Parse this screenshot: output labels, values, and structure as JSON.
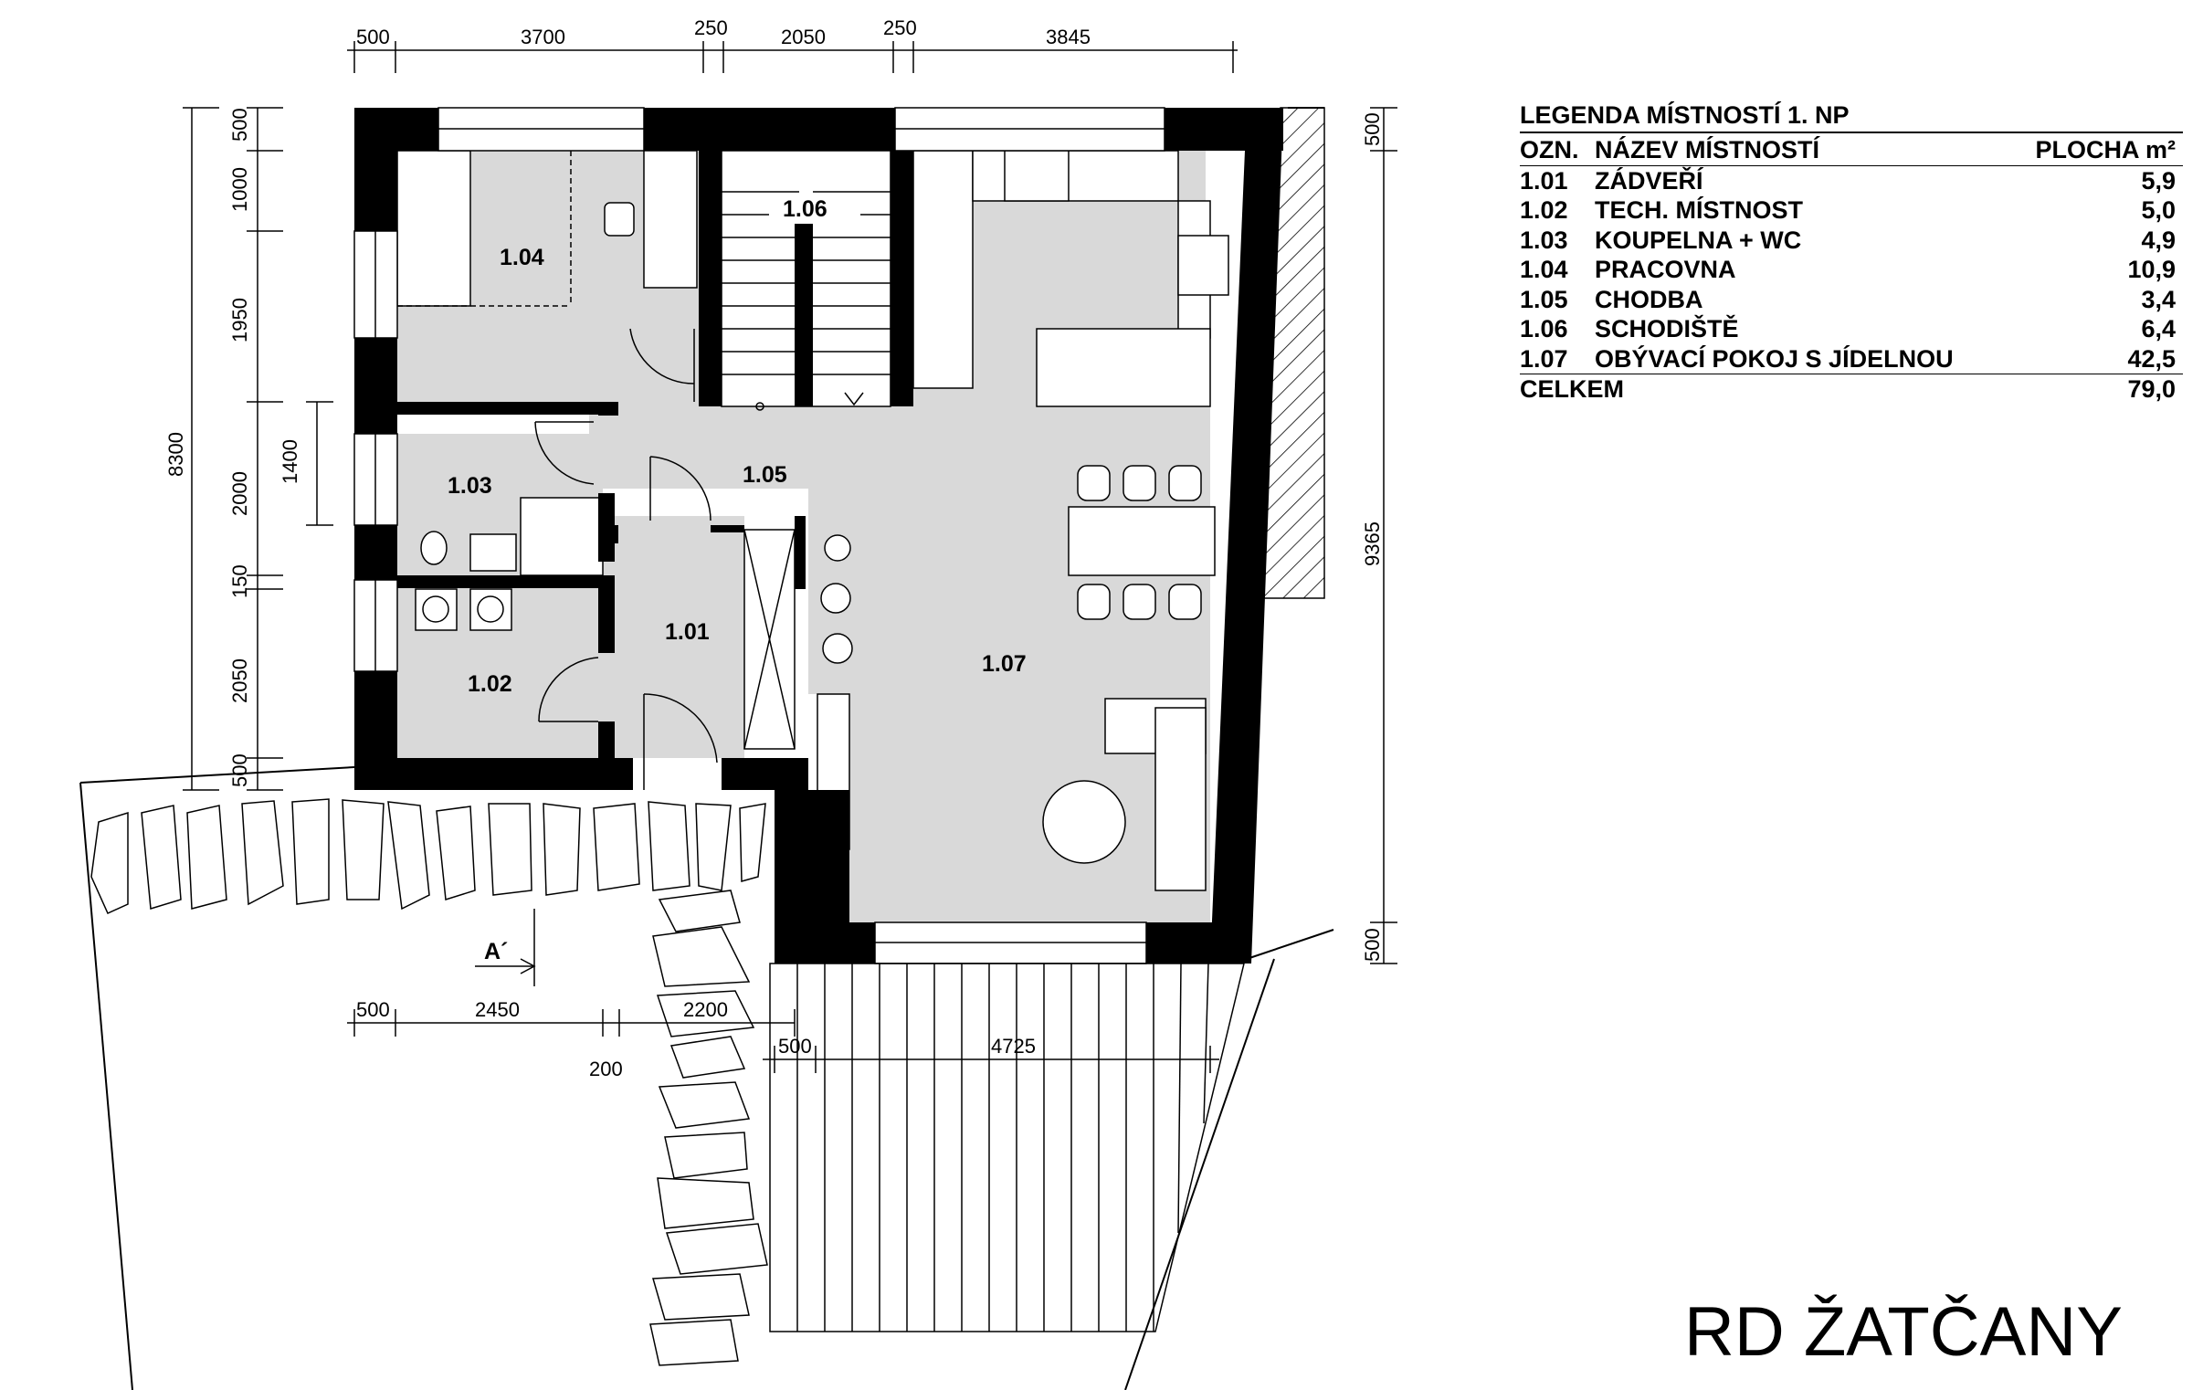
{
  "rooms": {
    "r101": "1.01",
    "r102": "1.02",
    "r103": "1.03",
    "r104": "1.04",
    "r105": "1.05",
    "r106": "1.06",
    "r107": "1.07"
  },
  "dims": {
    "top": [
      "500",
      "3700",
      "250",
      "2050",
      "250",
      "3845"
    ],
    "left": [
      "500",
      "1000",
      "1950",
      "2000",
      "150",
      "2050",
      "500"
    ],
    "left_total": "8300",
    "window_1400": "1400",
    "right": [
      "500",
      "9365",
      "500"
    ],
    "bottom": [
      "500",
      "2450",
      "2200",
      "200"
    ],
    "terrace": [
      "500",
      "4725"
    ]
  },
  "section_marker": "A´",
  "legend": {
    "title": "LEGENDA MÍSTNOSTÍ 1. NP",
    "col_code": "OZN.",
    "col_name": "NÁZEV MÍSTNOSTÍ",
    "col_area": "PLOCHA m²",
    "rows": [
      {
        "code": "1.01",
        "name": "ZÁDVEŘÍ",
        "area": "5,9"
      },
      {
        "code": "1.02",
        "name": "TECH. MÍSTNOST",
        "area": "5,0"
      },
      {
        "code": "1.03",
        "name": "KOUPELNA + WC",
        "area": "4,9"
      },
      {
        "code": "1.04",
        "name": "PRACOVNA",
        "area": "10,9"
      },
      {
        "code": "1.05",
        "name": "CHODBA",
        "area": "3,4"
      },
      {
        "code": "1.06",
        "name": "SCHODIŠTĚ",
        "area": "6,4"
      },
      {
        "code": "1.07",
        "name": "OBÝVACÍ POKOJ S JÍDELNOU",
        "area": "42,5"
      }
    ],
    "total_label": "CELKEM",
    "total_area": "79,0"
  },
  "project_title": "RD ŽATČANY",
  "colors": {
    "wall": "#000000",
    "floor": "#d9d9d9",
    "paper": "#ffffff"
  }
}
